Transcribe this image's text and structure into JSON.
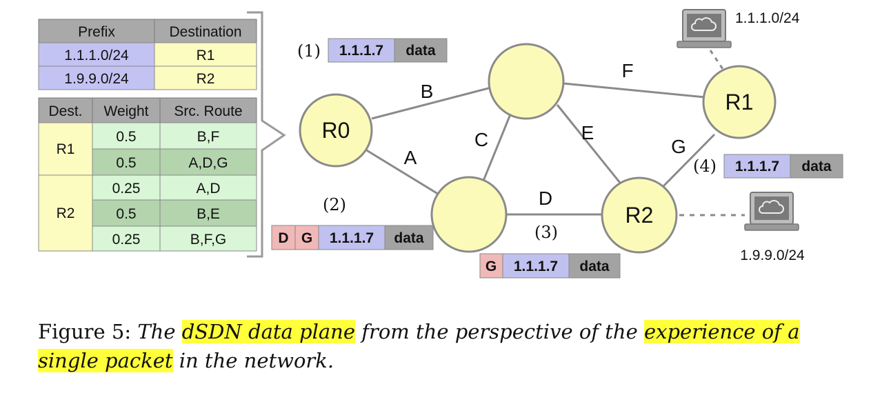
{
  "prefix_table": {
    "headers": [
      "Prefix",
      "Destination"
    ],
    "rows": [
      {
        "prefix": "1.1.1.0/24",
        "destination": "R1"
      },
      {
        "prefix": "1.9.9.0/24",
        "destination": "R2"
      }
    ]
  },
  "route_table": {
    "headers": [
      "Dest.",
      "Weight",
      "Src. Route"
    ],
    "groups": [
      {
        "dest": "R1",
        "rows": [
          {
            "weight": "0.5",
            "route": "B,F"
          },
          {
            "weight": "0.5",
            "route": "A,D,G"
          }
        ]
      },
      {
        "dest": "R2",
        "rows": [
          {
            "weight": "0.25",
            "route": "A,D"
          },
          {
            "weight": "0.5",
            "route": "B,E"
          },
          {
            "weight": "0.25",
            "route": "B,F,G"
          }
        ]
      }
    ]
  },
  "nodes": {
    "r0": "R0",
    "r1": "R1",
    "r2": "R2"
  },
  "links": {
    "A": "A",
    "B": "B",
    "C": "C",
    "D": "D",
    "E": "E",
    "F": "F",
    "G": "G"
  },
  "packets": {
    "p1": {
      "step": "(1)",
      "fields": [
        "1.1.1.7",
        "data"
      ]
    },
    "p2": {
      "step": "(2)",
      "fields": [
        "D",
        "G",
        "1.1.1.7",
        "data"
      ]
    },
    "p3": {
      "step": "(3)",
      "fields": [
        "G",
        "1.1.1.7",
        "data"
      ]
    },
    "p4": {
      "step": "(4)",
      "fields": [
        "1.1.1.7",
        "data"
      ]
    }
  },
  "hosts": {
    "h1": {
      "label": "1.1.1.0/24",
      "icon": "cloud-laptop-icon"
    },
    "h2": {
      "label": "1.9.9.0/24",
      "icon": "cloud-laptop-icon"
    }
  },
  "caption": {
    "label": "Figure 5:",
    "t1": "The",
    "h1": "dSDN data plane",
    "t2": "from the perspective of the",
    "h2": "experience of a",
    "h3": "single packet",
    "t3": "in the network."
  },
  "colors": {
    "node_fill": "#fbfab8",
    "link": "#8a8a8a",
    "header_gray": "#a9a9a9",
    "prefix_purple": "#c3c3f3",
    "dest_yellow": "#fcfbc0",
    "route_green_light": "#d9f6d6",
    "route_green_dark": "#b3d4ad",
    "hdr_pink": "#f1b8b8",
    "addr_purple": "#c1c1f0",
    "data_gray": "#a3a3a3",
    "highlight": "#ffff3a"
  }
}
